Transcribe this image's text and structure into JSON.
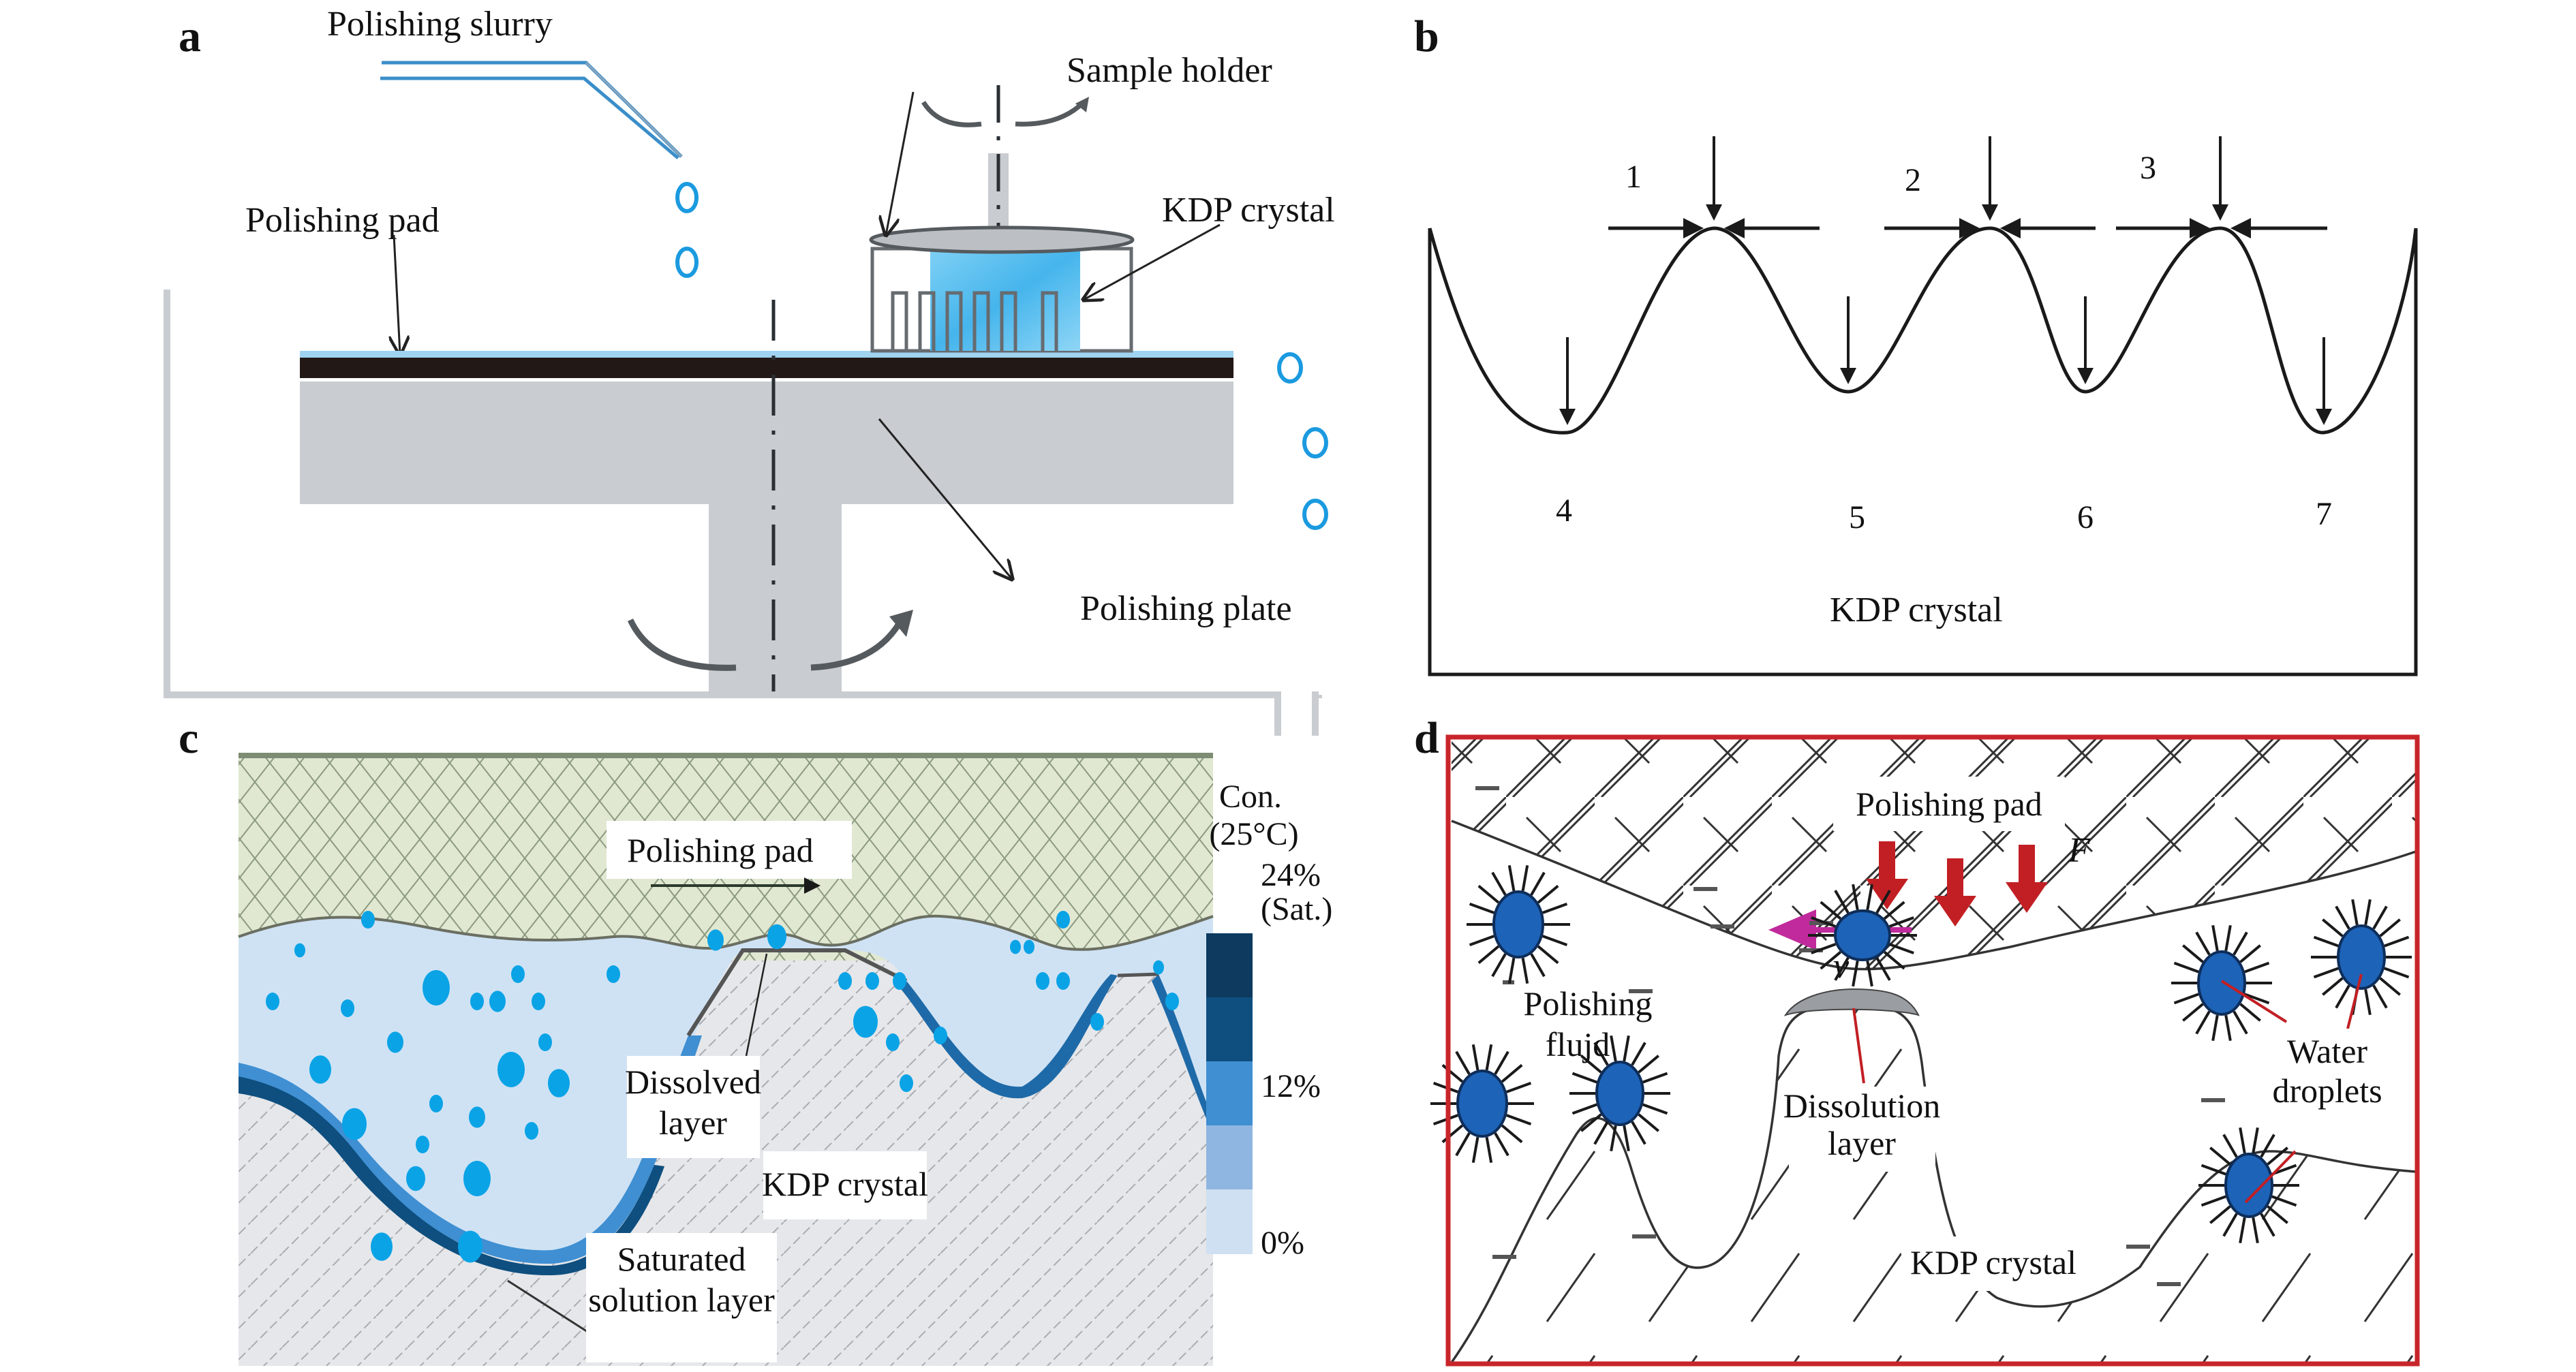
{
  "figure": {
    "panels": [
      {
        "id": "a",
        "letter": "a",
        "title": "Polishing setup schematic",
        "labels": {
          "slurry": "Polishing slurry",
          "sample_holder": "Sample holder",
          "kdp_crystal": "KDP crystal",
          "pad": "Polishing pad",
          "plate": "Polishing plate"
        }
      },
      {
        "id": "b",
        "letter": "b",
        "labels": {
          "peaks": [
            "1",
            "2",
            "3"
          ],
          "valleys": [
            "4",
            "5",
            "6",
            "7"
          ],
          "material": "KDP crystal"
        }
      },
      {
        "id": "c",
        "letter": "c",
        "labels": {
          "pad": "Polishing pad",
          "dissolved": [
            "Dissolved",
            "layer"
          ],
          "crystal": "KDP crystal",
          "saturated": [
            "Saturated",
            "solution layer"
          ]
        },
        "legend": {
          "title_line1": "Con.",
          "title_line2": "(25°C)",
          "ticks": [
            "24%",
            "(Sat.)",
            "12%",
            "0%"
          ],
          "scale_percent": [
            24,
            12,
            0
          ],
          "colors": [
            "#0d3a5e",
            "#0e4f7f",
            "#3f8fd2",
            "#8fb6e0",
            "#cfe0f2"
          ]
        }
      },
      {
        "id": "d",
        "letter": "d",
        "labels": {
          "pad": "Polishing pad",
          "force": "F",
          "velocity": "v",
          "fluid": [
            "Polishing",
            "flujd"
          ],
          "dissolution": [
            "Dissolution",
            "layer"
          ],
          "water": [
            "Water",
            "droplets"
          ],
          "crystal": "KDP crystal"
        },
        "colors": {
          "border": "#c8252b",
          "force_arrow": "#c21f24",
          "velocity_arrow": "#c02a9c",
          "droplet": "#1d63b8"
        }
      }
    ]
  },
  "colors": {
    "plate_gray": "#c9ccd0",
    "pad_black": "#221816",
    "slurry_blue": "#2a8fd6",
    "pad_green": "#e1e8d2",
    "fluid_light_blue": "#cfe2f4",
    "droplet_cyan": "#0aa3e6",
    "crystal_gray": "#e6e7ea"
  }
}
